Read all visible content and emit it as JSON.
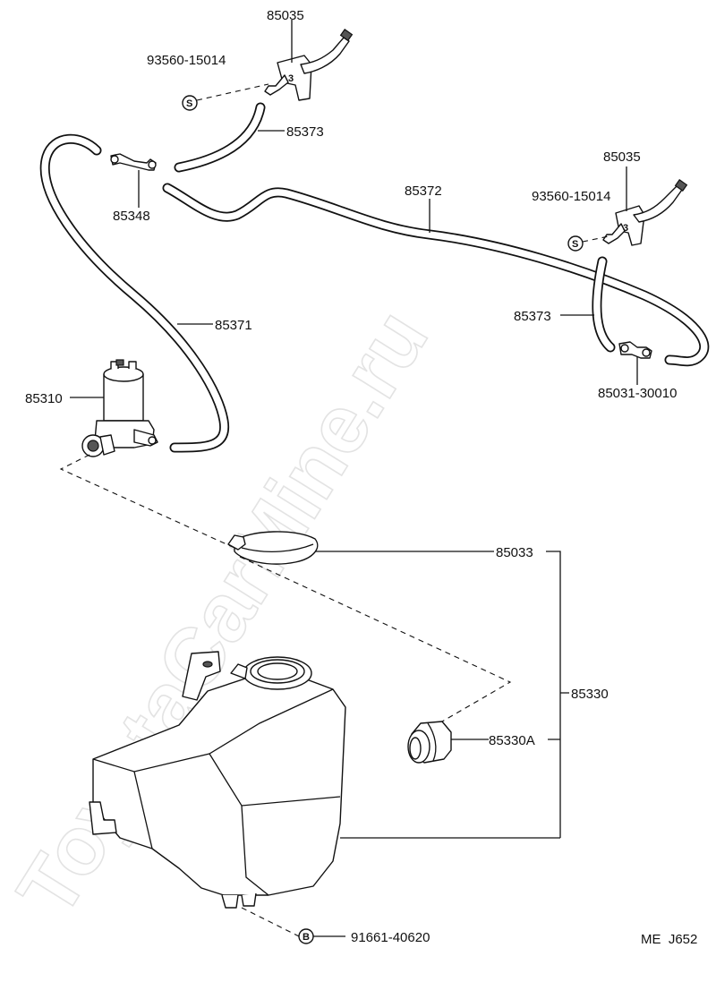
{
  "watermark": "ToyotaCarMine.ru",
  "diagram_code": "ME  J652",
  "symbols": {
    "s": "S",
    "b": "B"
  },
  "labels": {
    "p85035_top": "85035",
    "p93560_top": "93560-15014",
    "p85373_top": "85373",
    "p85348": "85348",
    "p85372": "85372",
    "p85035_right": "85035",
    "p93560_right": "93560-15014",
    "p85373_right": "85373",
    "p85031": "85031-30010",
    "p85371": "85371",
    "p85310": "85310",
    "p85033": "85033",
    "p85330": "85330",
    "p85330A": "85330A",
    "p91661": "91661-40620"
  }
}
